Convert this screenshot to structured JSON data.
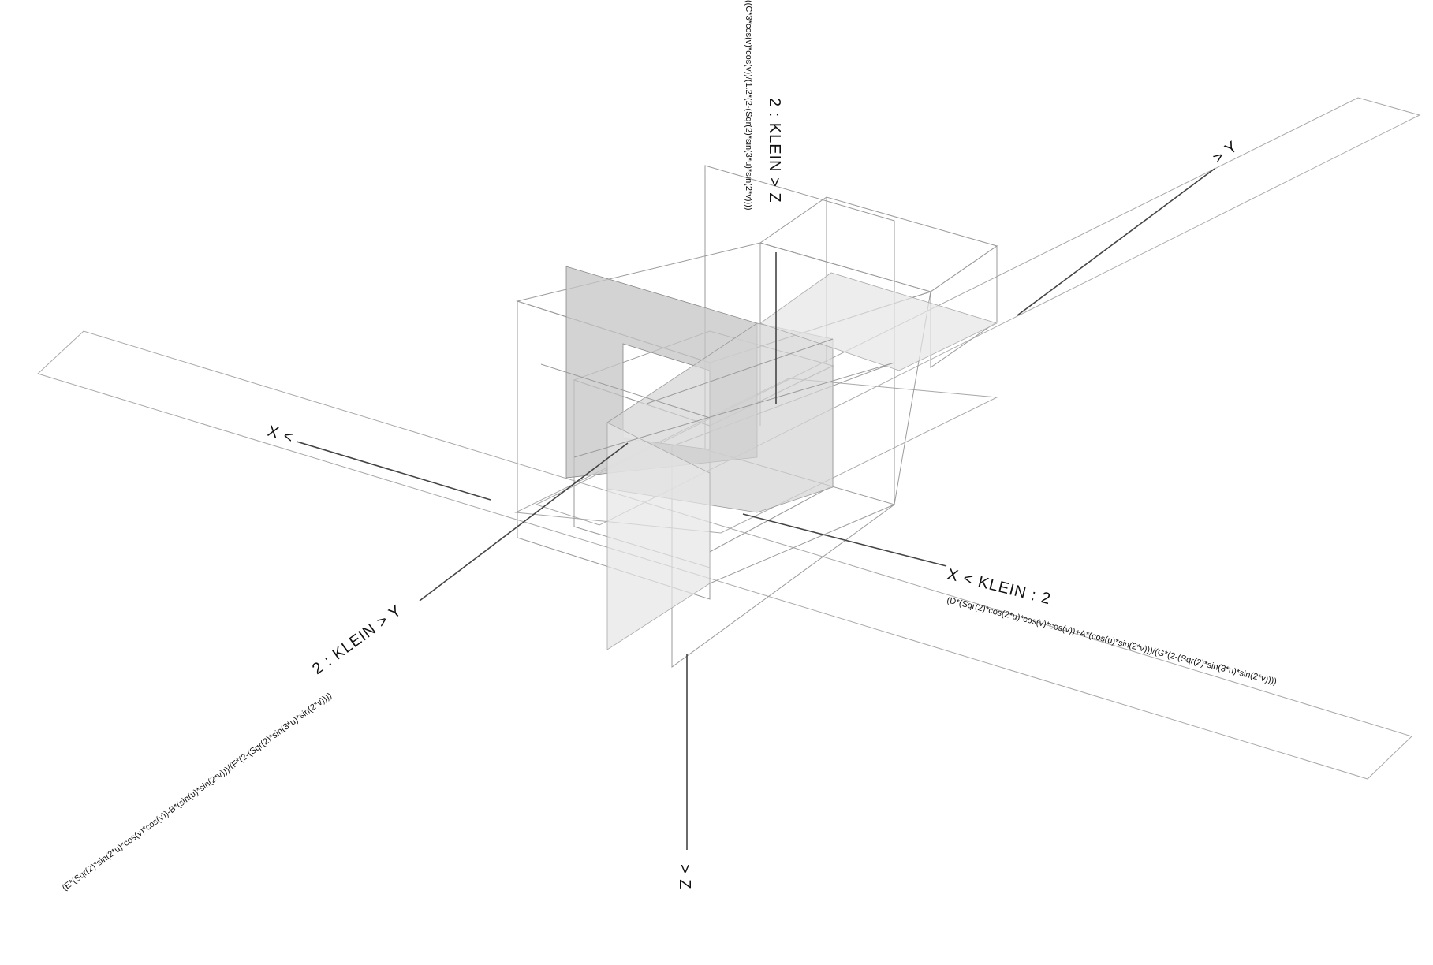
{
  "labels": {
    "z_top": "2 : KLEIN   > Z",
    "z_top_formula": "((C*3*cos(v)*cos(v))/(1.2*(2-(Sqr(2)*sin(3*u)*sin(2*v))))",
    "y_top_arrow": "> Y",
    "x_left_arrow": "X <",
    "x_right": "X < KLEIN : 2",
    "x_right_formula": "(D*(Sqr(2)*cos(2*u)*cos(v)*cos(v))+A*(cos(u)*sin(2*v)))/(G*(2-(Sqr(2)*sin(3*u)*sin(2*v))))",
    "y_bottom": "2 : KLEIN   > Y",
    "y_bottom_formula": "(E*(Sqr(2)*sin(2*u)*cos(v)*cos(v))-B*(sin(u)*sin(2*v)))/(F*(2-(Sqr(2)*sin(3*u)*sin(2*v))))",
    "z_bottom": "> Z"
  },
  "colors": {
    "background": "#ffffff",
    "lines": "#9a9a9a",
    "axes": "#444444",
    "shade": "#c8c8c8"
  }
}
